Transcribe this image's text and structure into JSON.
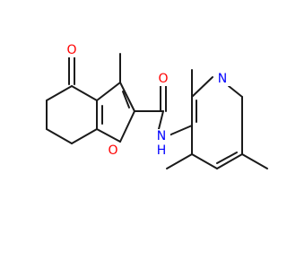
{
  "colors": {
    "bond": "#1a1a1a",
    "oxygen": "#ff0000",
    "nitrogen": "#0000ff",
    "background": "#ffffff"
  },
  "atoms": {
    "ketone_oxygen": "O",
    "furan_oxygen": "O",
    "amide_oxygen": "O",
    "amide_nitrogen": "N",
    "amide_hydrogen": "H",
    "pyridine_nitrogen": "N"
  }
}
